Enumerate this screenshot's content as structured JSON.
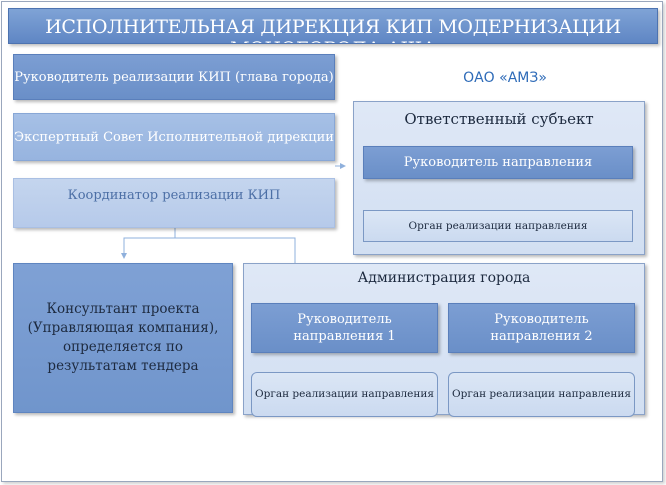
{
  "banner": {
    "title": "ИСПОЛНИТЕЛЬНАЯ ДИРЕКЦИЯ КИП МОДЕРНИЗАЦИИ МОНОГОРОДА АША"
  },
  "left": {
    "head": "Руководитель реализации КИП (глава города)",
    "council": "Экспертный Совет Исполнительной дирекции",
    "coordinator": "Координатор реализации КИП",
    "consultant": "Консультант проекта (Управляющая компания), определяется по результатам тендера"
  },
  "company": {
    "name": "ОАО «АМЗ»",
    "panel_title": "Ответственный субъект",
    "head": "Руководитель направления",
    "body": "Орган реализации направления"
  },
  "administration": {
    "title": "Администрация города",
    "head1": "Руководитель направления 1",
    "head2": "Руководитель направления 2",
    "body1": "Орган реализации направления",
    "body2": "Орган реализации направления"
  },
  "colors": {
    "banner": "#6a8fcc",
    "accent_text": "#2e6bb8",
    "connector": "#8fb0dc"
  }
}
